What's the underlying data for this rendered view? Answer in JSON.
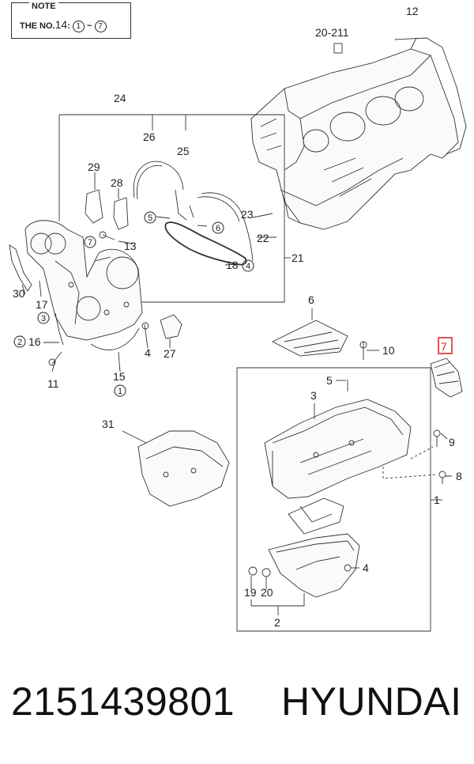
{
  "note": {
    "title": "NOTE",
    "prefix": "THE NO.",
    "number": "14",
    "colon": ":",
    "range_start": "1",
    "tilde": "~",
    "range_end": "7"
  },
  "callouts": {
    "c1": "1",
    "c2": "2",
    "c3": "3",
    "c4a": "4",
    "c4b": "4",
    "c5": "5",
    "c6": "6",
    "c7": "7",
    "c8": "8",
    "c9": "9",
    "c10": "10",
    "c11": "11",
    "c12": "12",
    "c13": "13",
    "c15": "15",
    "c16": "16",
    "c17": "17",
    "c18": "18",
    "c19": "19",
    "c20": "20",
    "c21": "21",
    "c22": "22",
    "c23": "23",
    "c24": "24",
    "c25": "25",
    "c26": "26",
    "c27": "27",
    "c28": "28",
    "c29": "29",
    "c30": "30",
    "c31": "31",
    "c20_211": "20-211"
  },
  "circled": {
    "k5": "5",
    "k6": "6",
    "k4": "4",
    "k7": "7",
    "k3": "3",
    "k2": "2",
    "k1": "1"
  },
  "highlight_color": "#d02020",
  "footer": {
    "part_number": "2151439801",
    "brand": "HYUNDAI"
  }
}
